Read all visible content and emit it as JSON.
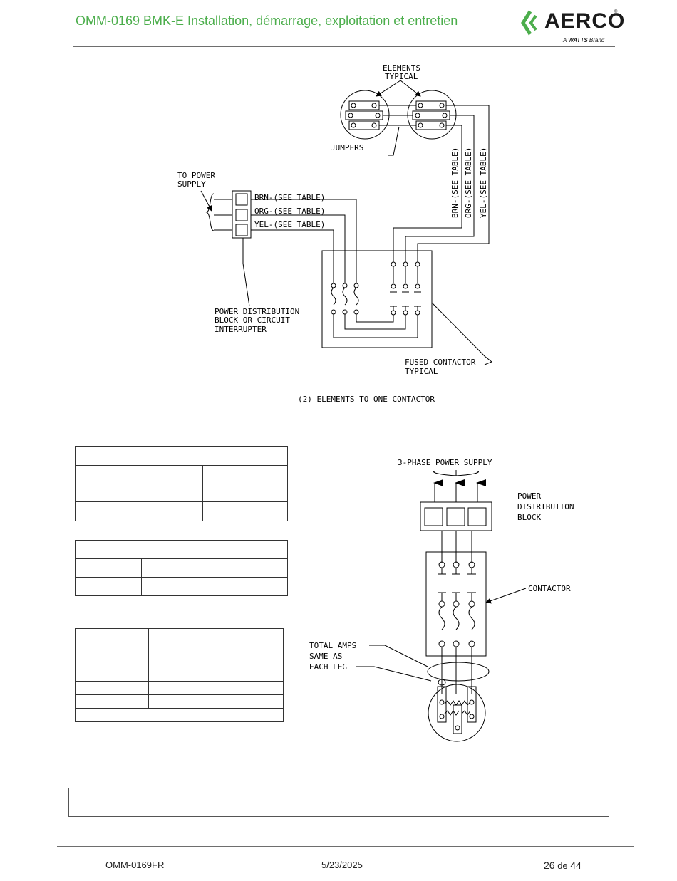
{
  "header": {
    "title": "OMM-0169 BMK-E Installation, démarrage, exploitation et entretien",
    "logo_text": "AERCO",
    "logo_tagline_prefix": "A ",
    "logo_tagline_brand": "WATTS",
    "logo_tagline_suffix": " Brand",
    "brand_color": "#4cae4c"
  },
  "diagram_top": {
    "elements_label_line1": "ELEMENTS",
    "elements_label_line2": "TYPICAL",
    "jumpers_label": "JUMPERS",
    "to_power_line1": "TO POWER",
    "to_power_line2": "SUPPLY",
    "wire_brn": "BRN-(SEE TABLE)",
    "wire_org": "ORG-(SEE TABLE)",
    "wire_yel": "YEL-(SEE TABLE)",
    "pdb_line1": "POWER DISTRIBUTION",
    "pdb_line2": "BLOCK OR CIRCUIT",
    "pdb_line3": "INTERRUPTER",
    "fused_line1": "FUSED CONTACTOR",
    "fused_line2": "TYPICAL",
    "caption": "(2) ELEMENTS TO ONE CONTACTOR"
  },
  "diagram_bottom": {
    "supply_label": "3-PHASE POWER SUPPLY",
    "block_line1": "POWER",
    "block_line2": "DISTRIBUTION",
    "block_line3": "BLOCK",
    "contactor_label": "CONTACTOR",
    "amps_line1": "TOTAL AMPS",
    "amps_line2": "SAME AS",
    "amps_line3": "EACH LEG"
  },
  "footer": {
    "doc_code": "OMM-0169FR",
    "date": "5/23/2025",
    "page_number": "26",
    "page_sep": " de ",
    "page_total": "44"
  }
}
